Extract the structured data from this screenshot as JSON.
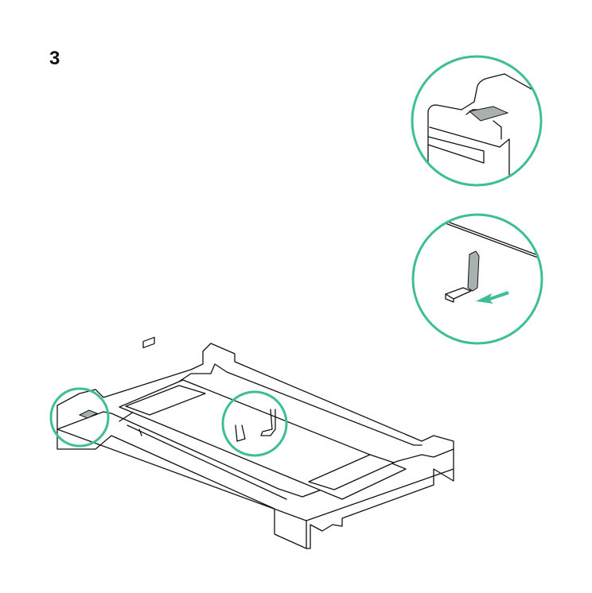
{
  "step": {
    "number": "3"
  },
  "colors": {
    "accent": "#3dbd98",
    "strap": "#a8b0b0",
    "line": "#111111"
  },
  "icons": [
    "tray-illustration",
    "detail-strap-top",
    "detail-strap-pull",
    "arrow-icon"
  ]
}
